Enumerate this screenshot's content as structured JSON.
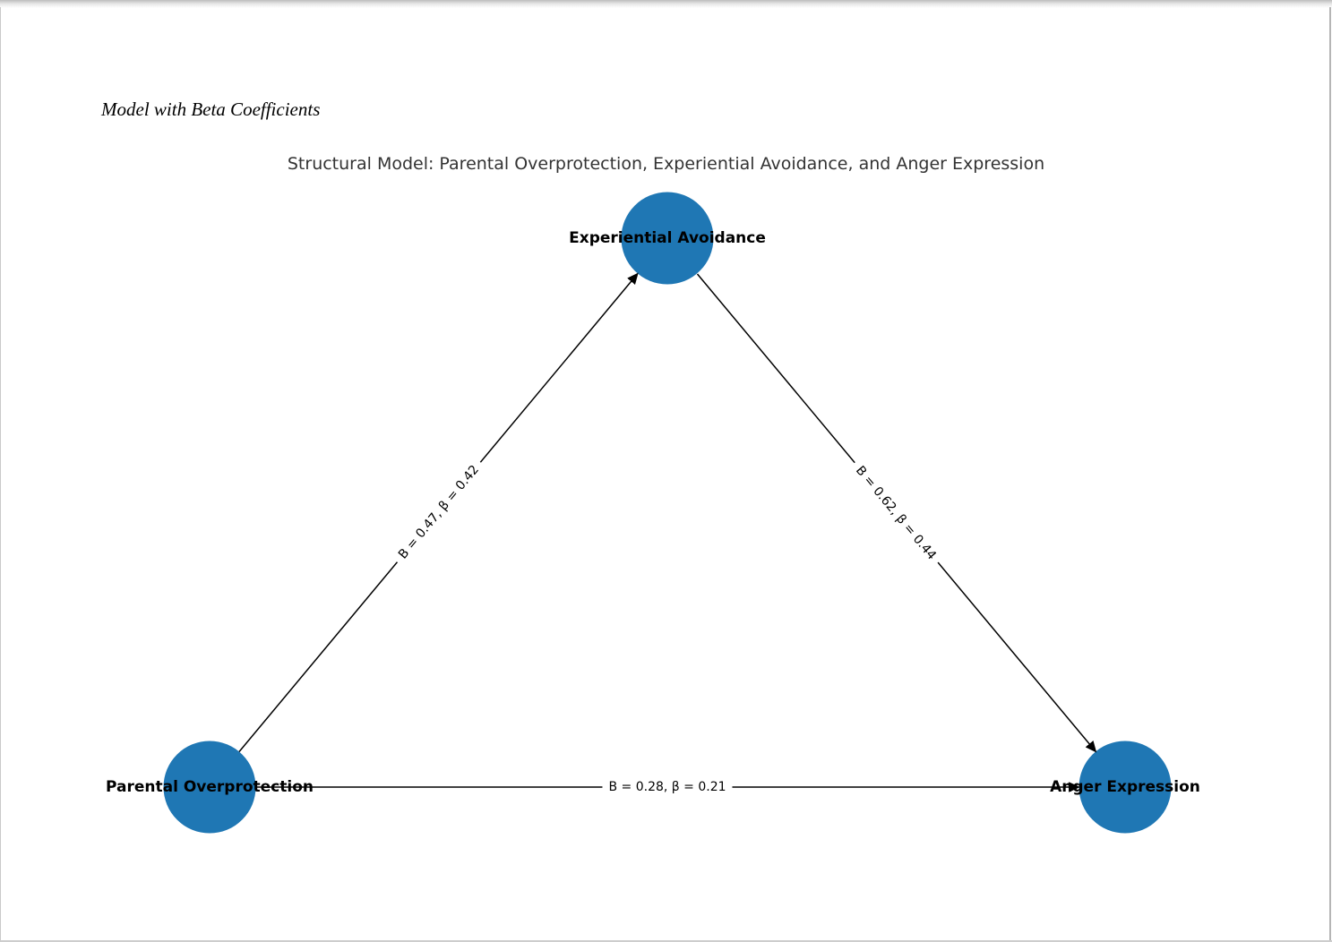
{
  "page": {
    "header_title": "Model with Beta Coefficients"
  },
  "figure": {
    "title": "Structural Model: Parental Overprotection, Experiential Avoidance, and Anger Expression",
    "colors": {
      "node_fill": "#1f77b4",
      "edge_stroke": "#000000",
      "title_text": "#333333"
    },
    "nodes": [
      {
        "id": "parental-overprotection",
        "label": "Parental Overprotection"
      },
      {
        "id": "experiential-avoidance",
        "label": "Experiential Avoidance"
      },
      {
        "id": "anger-expression",
        "label": "Anger Expression"
      }
    ],
    "edges": [
      {
        "from": "Parental Overprotection",
        "to": "Experiential Avoidance",
        "label": "B = 0.47, β = 0.42",
        "B": 0.47,
        "beta": 0.42
      },
      {
        "from": "Experiential Avoidance",
        "to": "Anger Expression",
        "label": "B = 0.62, β = 0.44",
        "B": 0.62,
        "beta": 0.44
      },
      {
        "from": "Parental Overprotection",
        "to": "Anger Expression",
        "label": "B = 0.28, β = 0.21",
        "B": 0.28,
        "beta": 0.21
      }
    ]
  }
}
